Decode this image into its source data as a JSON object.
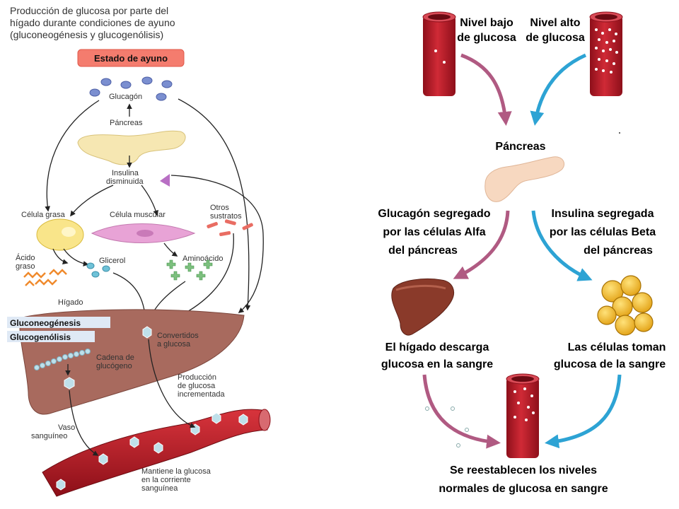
{
  "left_panel": {
    "title_lines": [
      "Producción de glucosa por parte del",
      "hígado durante condiciones de ayuno",
      "(gluconeogénesis y glucogenólisis)"
    ],
    "badge": "Estado de ayuno",
    "labels": {
      "glucagon": "Glucagón",
      "pancreas": "Páncreas",
      "insulina_1": "Insulina",
      "insulina_2": "disminuida",
      "celula_grasa": "Célula grasa",
      "celula_muscular": "Célula muscular",
      "otros_1": "Otros",
      "otros_2": "sustratos",
      "acido_1": "Ácido",
      "acido_2": "graso",
      "glicerol": "Glicerol",
      "aminoacido": "Aminoácido",
      "higado": "Hígado",
      "gluconeogenesis": "Gluconeogénesis",
      "glucogenolisis": "Glucogenólisis",
      "convertidos_1": "Convertidos",
      "convertidos_2": "a glucosa",
      "cadena_1": "Cadena de",
      "cadena_2": "glucógeno",
      "produccion_1": "Producción",
      "produccion_2": "de glucosa",
      "produccion_3": "incrementada",
      "vaso_1": "Vaso",
      "vaso_2": "sanguíneo",
      "mantiene_1": "Mantiene la glucosa",
      "mantiene_2": "en la corriente",
      "mantiene_3": "sanguínea"
    }
  },
  "right_panel": {
    "nivel_bajo_1": "Nivel bajo",
    "nivel_bajo_2": "de glucosa",
    "nivel_alto_1": "Nivel alto",
    "nivel_alto_2": "de glucosa",
    "pancreas": "Páncreas",
    "glucagon_1": "Glucagón segregado",
    "glucagon_2": "por las células Alfa",
    "glucagon_3": "del páncreas",
    "insulina_1": "Insulina segregada",
    "insulina_2": "por las células Beta",
    "insulina_3": "del páncreas",
    "higado_1": "El hígado descarga",
    "higado_2": "glucosa en la sangre",
    "celulas_1": "Las células toman",
    "celulas_2": "glucosa de la sangre",
    "final_1": "Se reestablecen los niveles",
    "final_2": "normales de glucosa en sangre"
  },
  "colors": {
    "badge": "#f47c6e",
    "glucagon_dot": "#7b8fd0",
    "pancreas": "#f6e7b2",
    "fat_cell": "#f9e58a",
    "muscle_cell": "#e8a3d6",
    "liver": "#a86a5e",
    "vessel": "#b31f28",
    "glucose": "#bfe0ea",
    "mauve_arrow": "#b05a82",
    "blue_arrow": "#2da3d4",
    "beta_cell": "#f2b824"
  }
}
